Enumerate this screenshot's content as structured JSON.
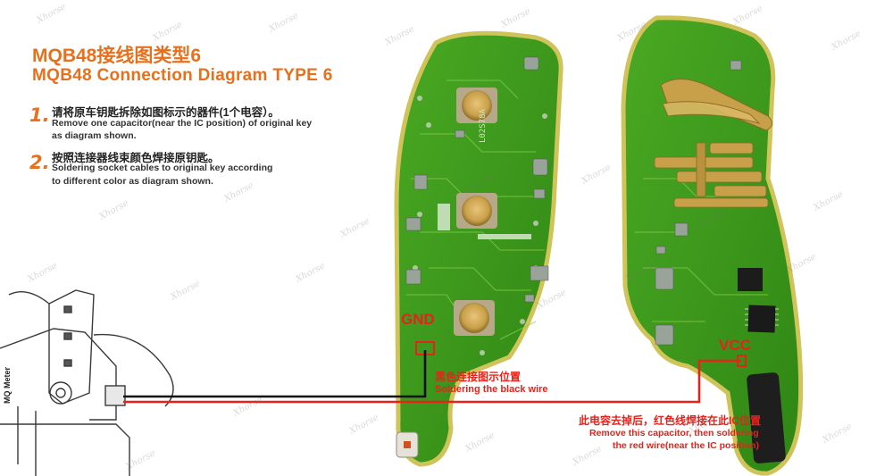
{
  "title_cn": "MQB48接线图类型6",
  "title_en": "MQB48 Connection Diagram  TYPE 6",
  "steps": [
    {
      "number": "1.",
      "cn": "请将原车钥匙拆除如图标示的器件(1个电容）。",
      "en_line1": "Remove one capacitor(near the IC position) of original key",
      "en_line2": "as diagram shown."
    },
    {
      "number": "2.",
      "cn": "按照连接器线束颜色焊接原钥匙。",
      "en_line1": "Soldering socket cables to original key according",
      "en_line2": "to different color as diagram shown."
    }
  ],
  "labels": {
    "gnd": "GND",
    "vcc": "VCC",
    "black_wire_cn": "黑色连接图示位置",
    "black_wire_en": "Soldering the black wire",
    "vcc_cn": "此电容去掉后，红色线焊接在此IC位置",
    "vcc_en_line1": "Remove this capacitor, then soldering",
    "vcc_en_line2": "the red wire(near the IC position)",
    "pcb_code": "L02S78A",
    "device_label": "MQ Meter"
  },
  "watermark": "Xhorse",
  "colors": {
    "accent": "#e8701d",
    "wire_red": "#e8221a",
    "wire_black": "#111111",
    "pcb_green": "#3f9a1d",
    "pcb_edge": "#cfc35a",
    "gold_pad": "#c9a04a"
  }
}
